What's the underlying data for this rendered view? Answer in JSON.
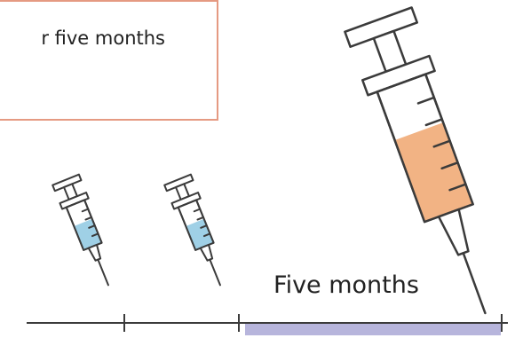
{
  "callout": {
    "text": "r five months"
  },
  "timeline": {
    "label": "Five months",
    "highlight_color": "#b7b5dc"
  },
  "syringes": [
    {
      "name": "syringe-small-1",
      "fill": "blue",
      "fill_color": "#9fd0e6"
    },
    {
      "name": "syringe-small-2",
      "fill": "blue",
      "fill_color": "#9fd0e6"
    },
    {
      "name": "syringe-large",
      "fill": "orange",
      "fill_color": "#f2b384"
    }
  ],
  "colors": {
    "callout_border": "#e59a82",
    "outline": "#3b3b3b"
  }
}
